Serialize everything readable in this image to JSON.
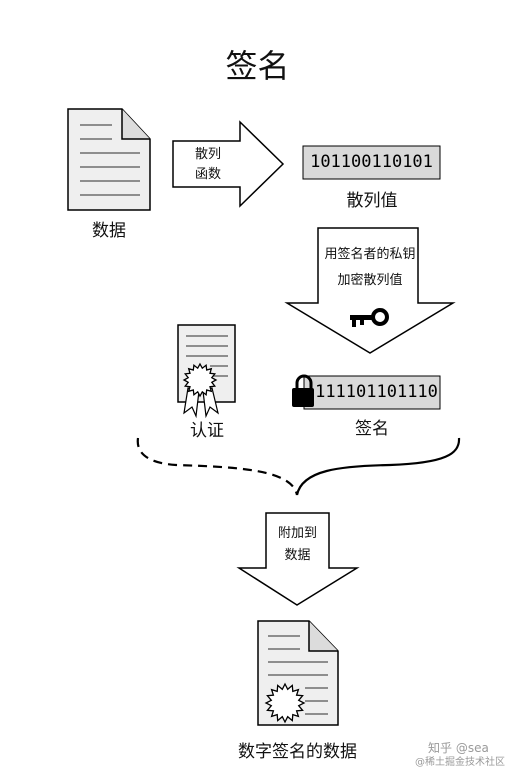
{
  "title": "签名",
  "data_label": "数据",
  "hash_function_label": [
    "散列",
    "函数"
  ],
  "hash_value": "101100110101",
  "hash_value_label": "散列值",
  "encrypt_label": [
    "用签名者的私钥",
    "加密散列值"
  ],
  "signature_value": "111101101110",
  "certificate_label": "认证",
  "signature_label": "签名",
  "attach_label": [
    "附加到",
    "数据"
  ],
  "signed_data_label": "数字签名的数据",
  "watermark": [
    "知乎 @sea",
    "@稀土掘金技术社区"
  ],
  "icons": [
    "document-icon",
    "key-icon",
    "lock-icon",
    "certificate-icon",
    "signed-document-icon"
  ]
}
